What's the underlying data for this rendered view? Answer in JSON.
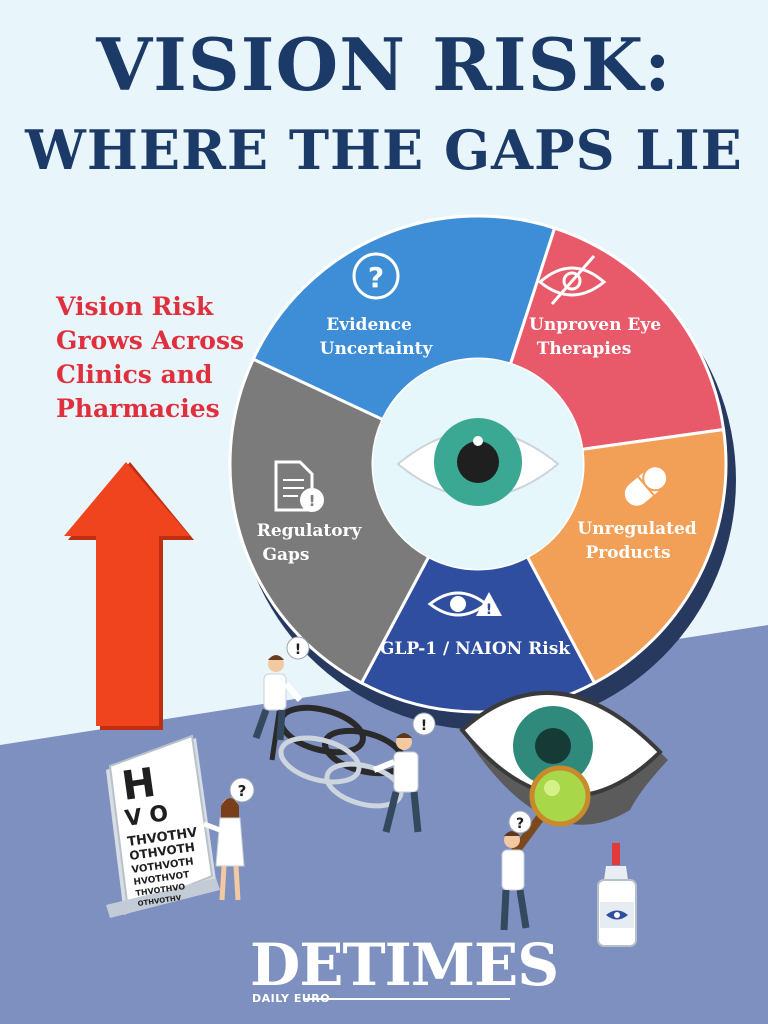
{
  "title": {
    "line1": "VISION RISK:",
    "line2": "WHERE THE GAPS LIE"
  },
  "side_text": [
    "Vision Risk",
    "Grows Across",
    "Clinics and",
    "Pharmacies"
  ],
  "wheel": {
    "segments": [
      {
        "id": "evidence",
        "lines": [
          "Evidence",
          "Uncertainty"
        ],
        "color": "#3d8ed6",
        "icon": "question-circle-icon"
      },
      {
        "id": "unproven",
        "lines": [
          "Unproven Eye",
          "Therapies"
        ],
        "color": "#e8596a",
        "icon": "eye-slash-icon"
      },
      {
        "id": "unregulated",
        "lines": [
          "Unregulated",
          "Products"
        ],
        "color": "#f2a057",
        "icon": "pill-capsule-icon"
      },
      {
        "id": "glp1",
        "lines": [
          "GLP-1 / NAION Risk"
        ],
        "color": "#2f4ea0",
        "icon": "eye-warning-icon"
      },
      {
        "id": "regulatory",
        "lines": [
          "Regulatory",
          "Gaps"
        ],
        "color": "#7b7b7b",
        "icon": "document-alert-icon"
      }
    ],
    "center_icon": "eye-icon"
  },
  "eye_chart": {
    "rows": [
      "H",
      "V O",
      "THVOTHV",
      "OTHVOTH",
      "VOTHVOTH",
      "HVOTHVOT",
      "THVOTHVO",
      "OTHVOTHV"
    ]
  },
  "marks": {
    "question": "?",
    "exclaim": "!"
  },
  "logo": {
    "main": "DETIMES",
    "sub": "DAILY EURO"
  },
  "colors": {
    "title": "#1c3a68",
    "accent_red": "#e0303d",
    "arrow": "#f0441e",
    "background": "#e8f6fb",
    "floor": "#7e90c0"
  }
}
